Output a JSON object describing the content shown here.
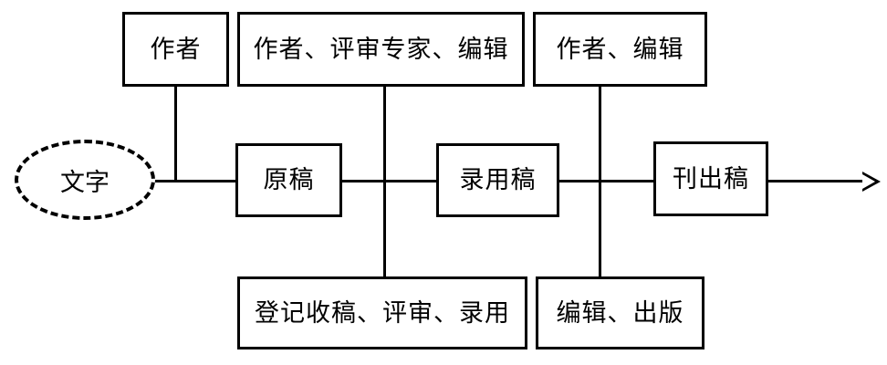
{
  "diagram": {
    "type": "flow-timeline",
    "orientation": "horizontal",
    "source_node": {
      "id": "source",
      "shape": "dashed-ellipse",
      "label": "文字"
    },
    "stage_nodes": [
      {
        "id": "stage-1",
        "shape": "rectangle",
        "label": "原稿"
      },
      {
        "id": "stage-2",
        "shape": "rectangle",
        "label": "录用稿"
      },
      {
        "id": "stage-3",
        "shape": "rectangle",
        "label": "刊出稿"
      }
    ],
    "actor_nodes": [
      {
        "id": "actor-1",
        "shape": "rectangle",
        "label": "作者"
      },
      {
        "id": "actor-2",
        "shape": "rectangle",
        "label": "作者、评审专家、编辑"
      },
      {
        "id": "actor-3",
        "shape": "rectangle",
        "label": "作者、编辑"
      }
    ],
    "activity_nodes": [
      {
        "id": "activity-1",
        "shape": "rectangle",
        "label": "登记收稿、评审、录用"
      },
      {
        "id": "activity-2",
        "shape": "rectangle",
        "label": "编辑、出版"
      }
    ],
    "colors": {
      "stroke": "#000000",
      "fill": "#ffffff",
      "text": "#000000"
    },
    "terminator": {
      "id": "flow-arrow",
      "direction": "right"
    }
  }
}
